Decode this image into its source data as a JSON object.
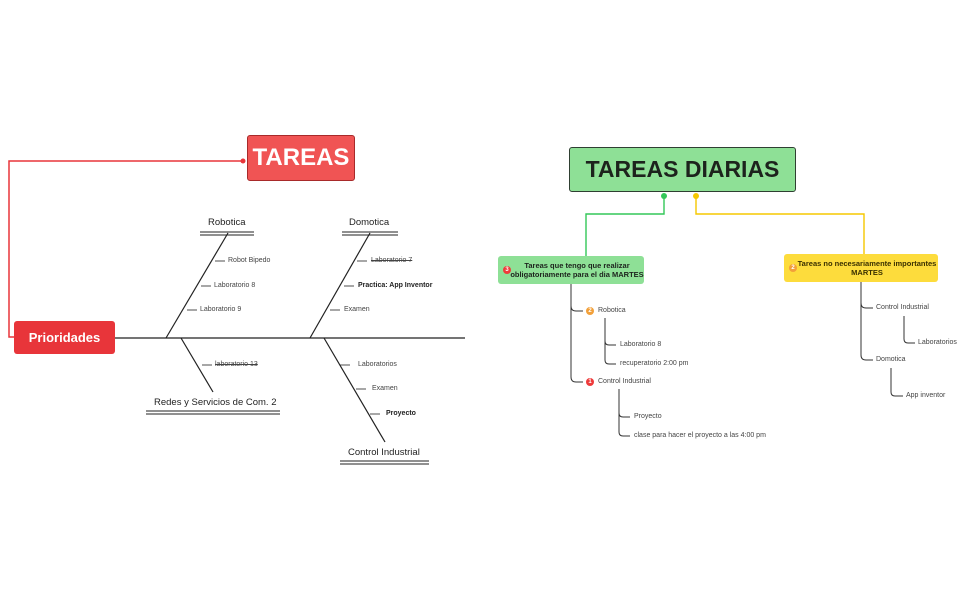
{
  "fishbone": {
    "head_title": "TAREAS",
    "spine_label": "Prioridades",
    "top_categories": [
      {
        "name": "Robotica",
        "items": [
          {
            "text": "Robot Bipedo",
            "style": "normal"
          },
          {
            "text": "Laboratorio 8",
            "style": "normal"
          },
          {
            "text": "Laboratorio 9",
            "style": "normal"
          }
        ]
      },
      {
        "name": "Domotica",
        "items": [
          {
            "text": "Laboratorio 7",
            "style": "strike"
          },
          {
            "text": "Practica: App Inventor",
            "style": "bold"
          },
          {
            "text": "Examen",
            "style": "normal"
          }
        ]
      }
    ],
    "bottom_categories": [
      {
        "name": "Redes y Servicios de Com. 2",
        "items": [
          {
            "text": "laboratorio 13",
            "style": "strike"
          }
        ]
      },
      {
        "name": "Control Industrial",
        "items": [
          {
            "text": "Laboratorios",
            "style": "normal"
          },
          {
            "text": "Examen",
            "style": "normal"
          },
          {
            "text": "Proyecto",
            "style": "bold"
          }
        ]
      }
    ]
  },
  "mindmap": {
    "root": "TAREAS DIARIAS",
    "left_branch": {
      "badge": "3",
      "label_line1": "Tareas que tengo que realizar",
      "label_line2": "obligatoriamente para el dia MARTES",
      "children": [
        {
          "badge": "2",
          "badge_color": "orange",
          "label": "Robotica",
          "children": [
            "Laboratorio 8",
            "recuperatorio 2:00 pm"
          ]
        },
        {
          "badge": "1",
          "badge_color": "red",
          "label": "Control Industrial",
          "children": [
            "Proyecto",
            "clase para hacer el proyecto a las 4:00 pm"
          ]
        }
      ]
    },
    "right_branch": {
      "badge": "2",
      "label_line1": "Tareas no necesariamente importantes",
      "label_line2": "MARTES",
      "children": [
        {
          "label": "Control Industrial",
          "children": [
            "Laboratorios"
          ]
        },
        {
          "label": "Domotica",
          "children": [
            "App inventor"
          ]
        }
      ]
    }
  },
  "colors": {
    "red_title": "#f05454",
    "red_spine": "#e8353a",
    "green": "#8ee096",
    "green_line": "#34c759",
    "yellow": "#fddc3c",
    "yellow_line": "#f5c800",
    "line": "#222222"
  }
}
